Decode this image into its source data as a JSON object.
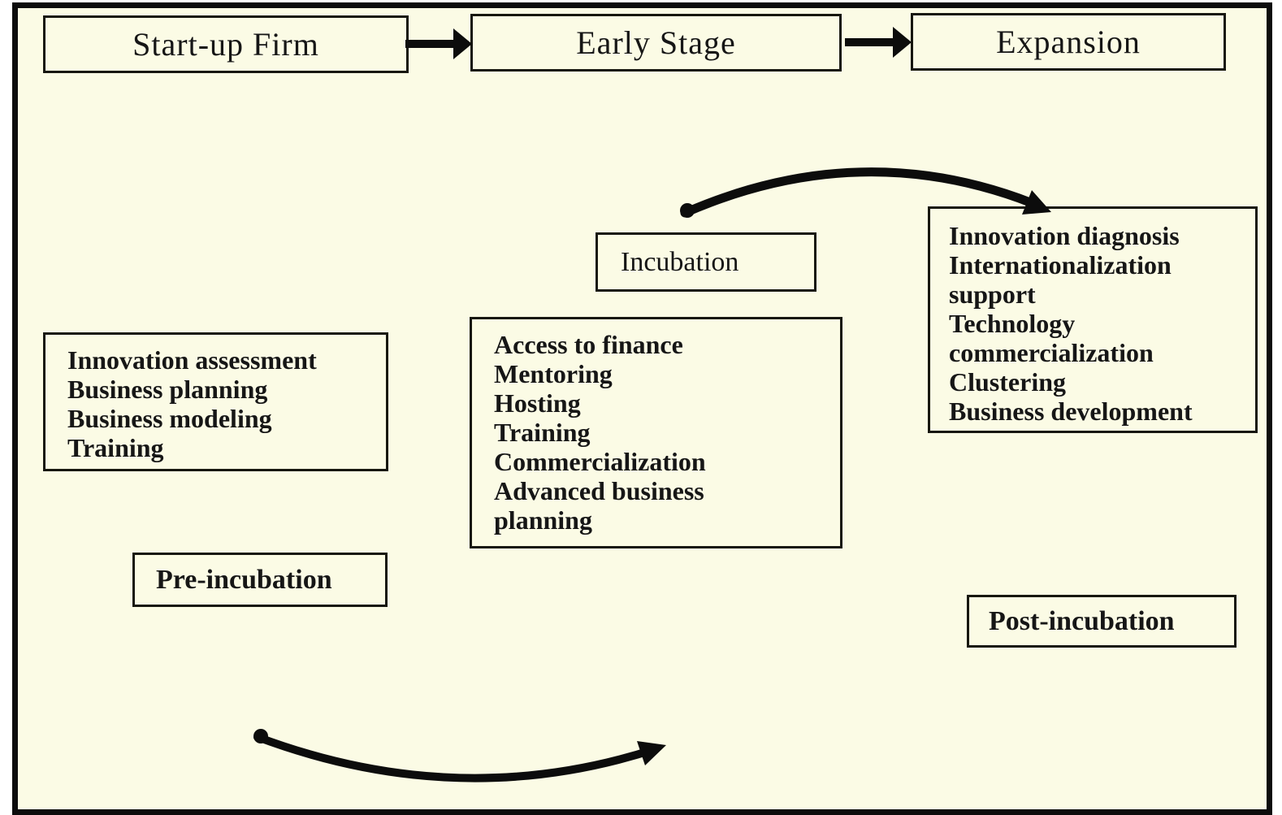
{
  "diagram": {
    "stages": [
      {
        "label": "Start-up Firm"
      },
      {
        "label": "Early Stage"
      },
      {
        "label": "Expansion"
      }
    ],
    "phases": {
      "incubation_label": "Incubation",
      "pre_incubation_label": "Pre-incubation",
      "post_incubation_label": "Post-incubation"
    },
    "services": {
      "pre_incubation": [
        "Innovation assessment",
        "Business planning",
        "Business modeling",
        "Training"
      ],
      "incubation": [
        "Access to finance",
        "Mentoring",
        "Hosting",
        "Training",
        "Commercialization",
        "Advanced business planning"
      ],
      "post_incubation": [
        "Innovation diagnosis",
        "Internationalization support",
        "Technology commercialization",
        "Clustering",
        "Business development"
      ]
    },
    "colors": {
      "canvas_bg": "#fbfbe5",
      "page_margin_bg": "#ffffff",
      "line_color": "#0c0c0c",
      "text_color": "#161616"
    }
  }
}
